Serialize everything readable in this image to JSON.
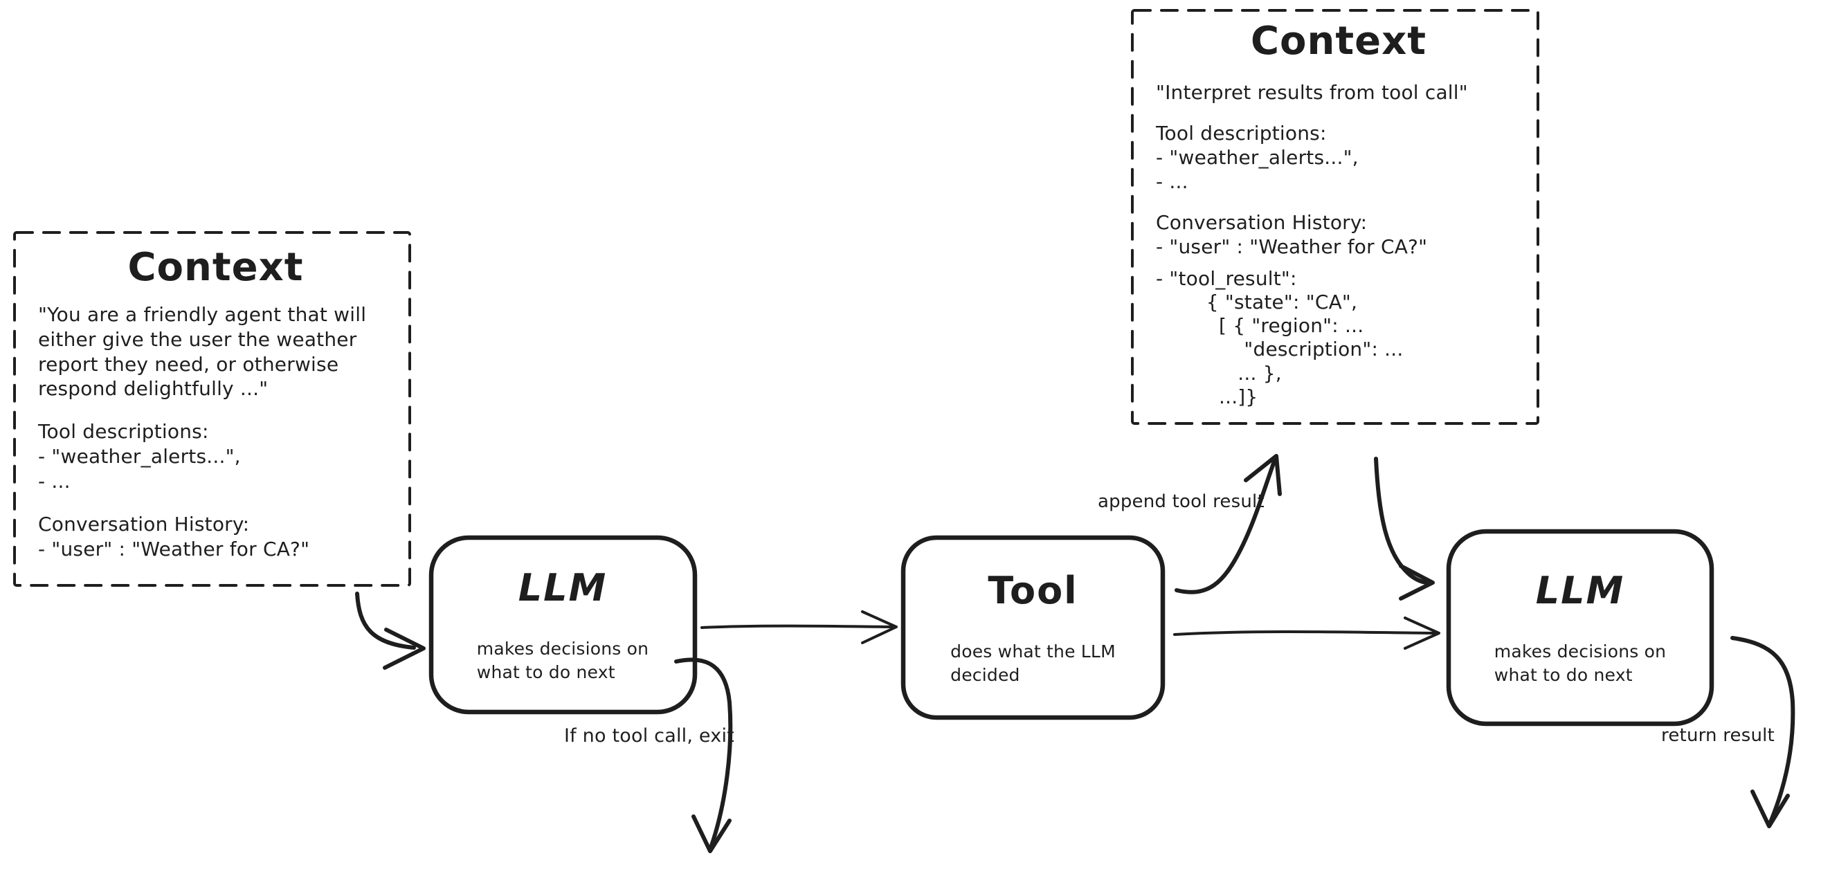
{
  "colors": {
    "ink": "#1e1e1e",
    "background": "#ffffff"
  },
  "context1": {
    "title": "Context",
    "system_prompt": "\"You are a friendly agent that will\neither give the user the weather\nreport they need, or otherwise\nrespond delightfully ...\"",
    "tool_descriptions": "Tool descriptions:\n- \"weather_alerts...\",\n- ...",
    "conversation_history": "Conversation History:\n- \"user\" : \"Weather for CA?\""
  },
  "context2": {
    "title": "Context",
    "intro": "\"Interpret results from tool call\"",
    "tool_descriptions": "Tool descriptions:\n- \"weather_alerts...\",\n- ...",
    "conversation_history": "Conversation History:\n- \"user\" : \"Weather for CA?\"",
    "tool_result": "- \"tool_result\":\n        { \"state\": \"CA\",\n          [ { \"region\": ...\n              \"description\": ...\n             ... },\n          ...]}"
  },
  "nodes": {
    "llm1": {
      "title": "LLM",
      "subtitle": "makes decisions on\nwhat to do next"
    },
    "tool": {
      "title": "Tool",
      "subtitle": "does what the LLM\ndecided"
    },
    "llm2": {
      "title": "LLM",
      "subtitle": "makes decisions on\nwhat to do next"
    }
  },
  "labels": {
    "append_tool_result": "append tool result",
    "if_no_tool_call": "If no tool call, exit",
    "return_result": "return result"
  }
}
